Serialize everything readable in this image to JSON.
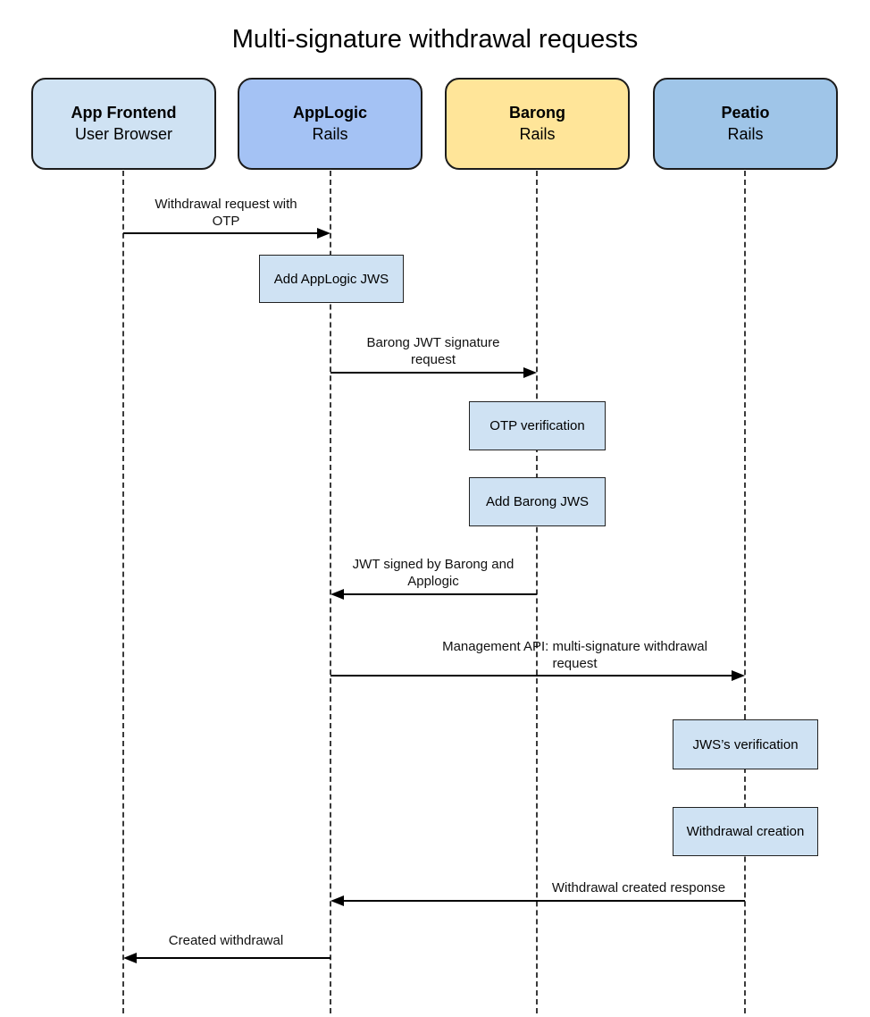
{
  "title": "Multi-signature withdrawal requests",
  "diagram_type": "sequence-diagram",
  "colors": {
    "background": "#ffffff",
    "actor_border": "#1c1c1c",
    "arrow": "#000000",
    "lifeline": "#3a3a3a",
    "activity_fill": "#cfe2f3",
    "text": "#111111"
  },
  "actors": [
    {
      "name": "App Frontend",
      "subtitle": "User Browser",
      "fill": "#cfe2f3"
    },
    {
      "name": "AppLogic",
      "subtitle": "Rails",
      "fill": "#a4c2f4"
    },
    {
      "name": "Barong",
      "subtitle": "Rails",
      "fill": "#ffe599"
    },
    {
      "name": "Peatio",
      "subtitle": "Rails",
      "fill": "#9fc5e8"
    }
  ],
  "messages": [
    {
      "from": "App Frontend",
      "to": "AppLogic",
      "direction": "right",
      "label": "Withdrawal request with OTP",
      "lines": [
        "Withdrawal request with",
        "OTP"
      ]
    },
    {
      "from": "AppLogic",
      "to": "Barong",
      "direction": "right",
      "label": "Barong JWT signature request",
      "lines": [
        "Barong JWT signature",
        "request"
      ]
    },
    {
      "from": "Barong",
      "to": "AppLogic",
      "direction": "left",
      "label": "JWT signed by Barong and Applogic",
      "lines": [
        "JWT signed by Barong and",
        "Applogic"
      ]
    },
    {
      "from": "AppLogic",
      "to": "Peatio",
      "direction": "right",
      "label": "Management API: multi-signature withdrawal request",
      "lines": [
        "Management API: multi-signature withdrawal",
        "request"
      ]
    },
    {
      "from": "Peatio",
      "to": "AppLogic",
      "direction": "left",
      "label": "Withdrawal created response",
      "lines": [
        "Withdrawal created response"
      ]
    },
    {
      "from": "AppLogic",
      "to": "App Frontend",
      "direction": "left",
      "label": "Created withdrawal",
      "lines": [
        "Created withdrawal"
      ]
    }
  ],
  "activities": [
    {
      "actor": "AppLogic",
      "label": "Add AppLogic JWS"
    },
    {
      "actor": "Barong",
      "label": "OTP verification"
    },
    {
      "actor": "Barong",
      "label": "Add Barong JWS"
    },
    {
      "actor": "Peatio",
      "label": "JWS’s verification"
    },
    {
      "actor": "Peatio",
      "label": "Withdrawal creation"
    }
  ]
}
